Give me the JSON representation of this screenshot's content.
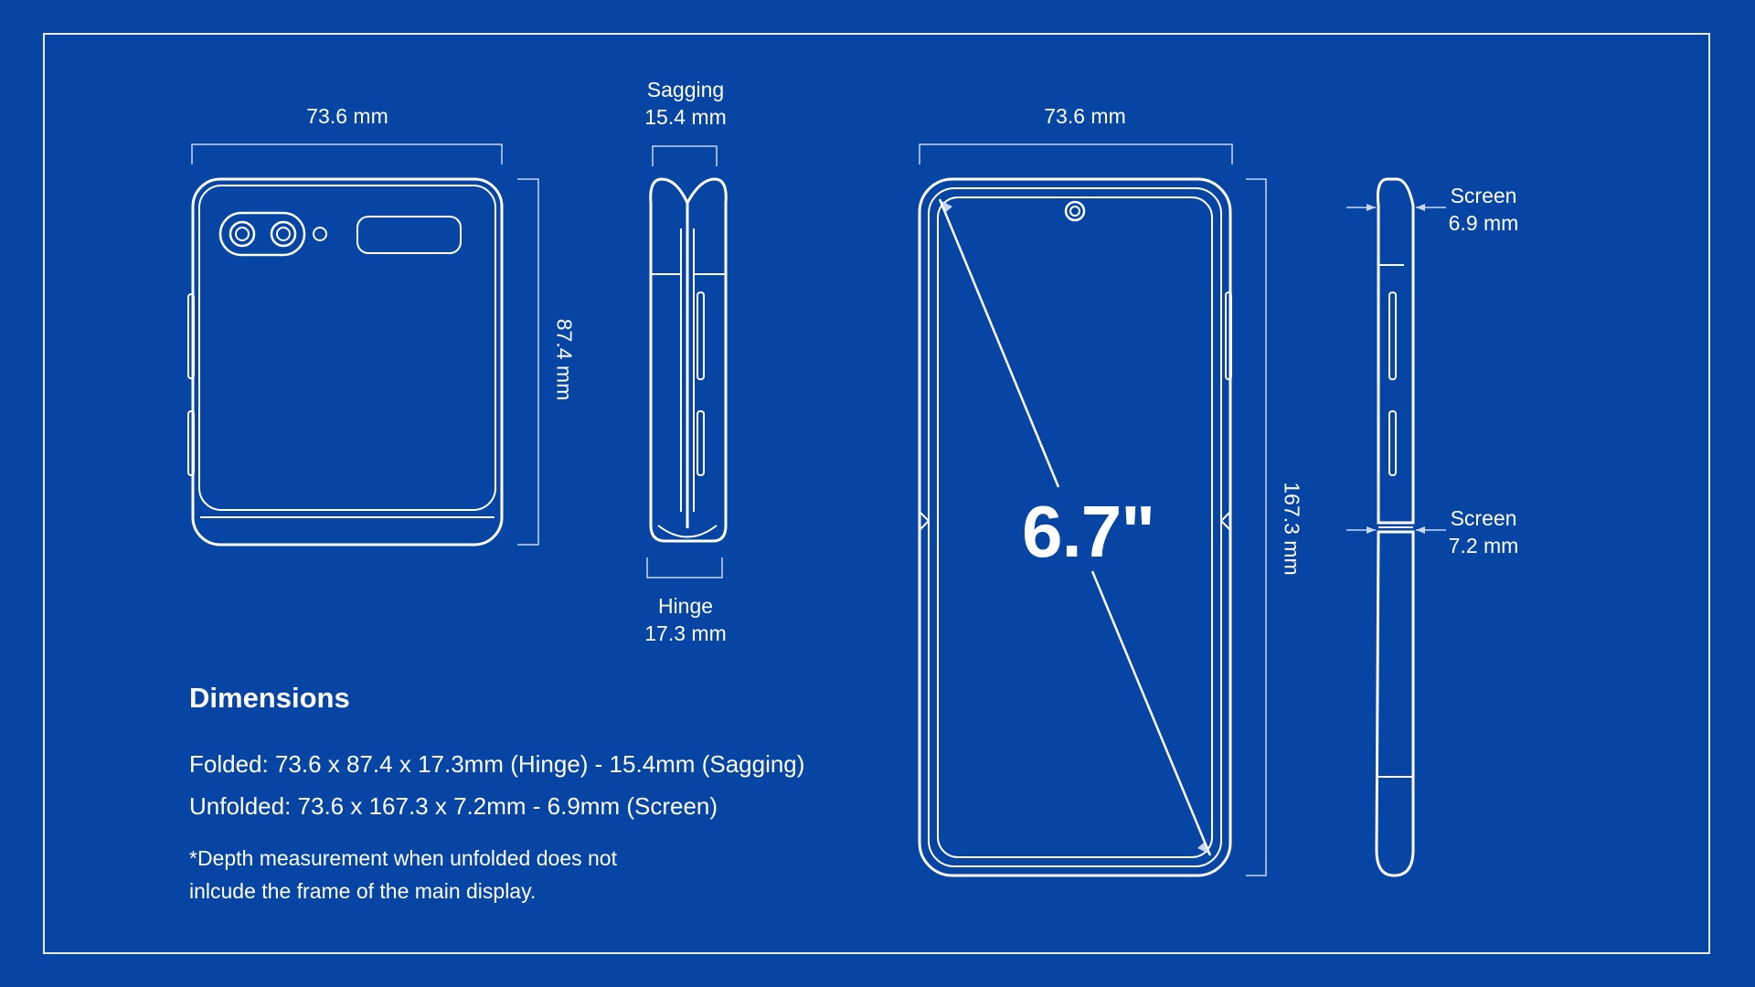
{
  "folded_front": {
    "width_label": "73.6 mm",
    "height_label": "87.4 mm"
  },
  "folded_side": {
    "sagging_title": "Sagging",
    "sagging_value": "15.4 mm",
    "hinge_title": "Hinge",
    "hinge_value": "17.3 mm"
  },
  "unfolded_front": {
    "width_label": "73.6 mm",
    "height_label": "167.3 mm",
    "screen_size": "6.7\""
  },
  "unfolded_side": {
    "top_title": "Screen",
    "top_value": "6.9 mm",
    "bottom_title": "Screen",
    "bottom_value": "7.2 mm"
  },
  "dimensions": {
    "heading": "Dimensions",
    "folded": "Folded: 73.6 x 87.4 x 17.3mm (Hinge) - 15.4mm (Sagging)",
    "unfolded": "Unfolded: 73.6 x 167.3 x 7.2mm - 6.9mm (Screen)",
    "note_line1": "*Depth measurement when unfolded does not",
    "note_line2": "inlcude the frame of the main display."
  },
  "colors": {
    "background": "#0645a3",
    "line": "#ffffff",
    "dim_line": "#c9d6ee"
  }
}
